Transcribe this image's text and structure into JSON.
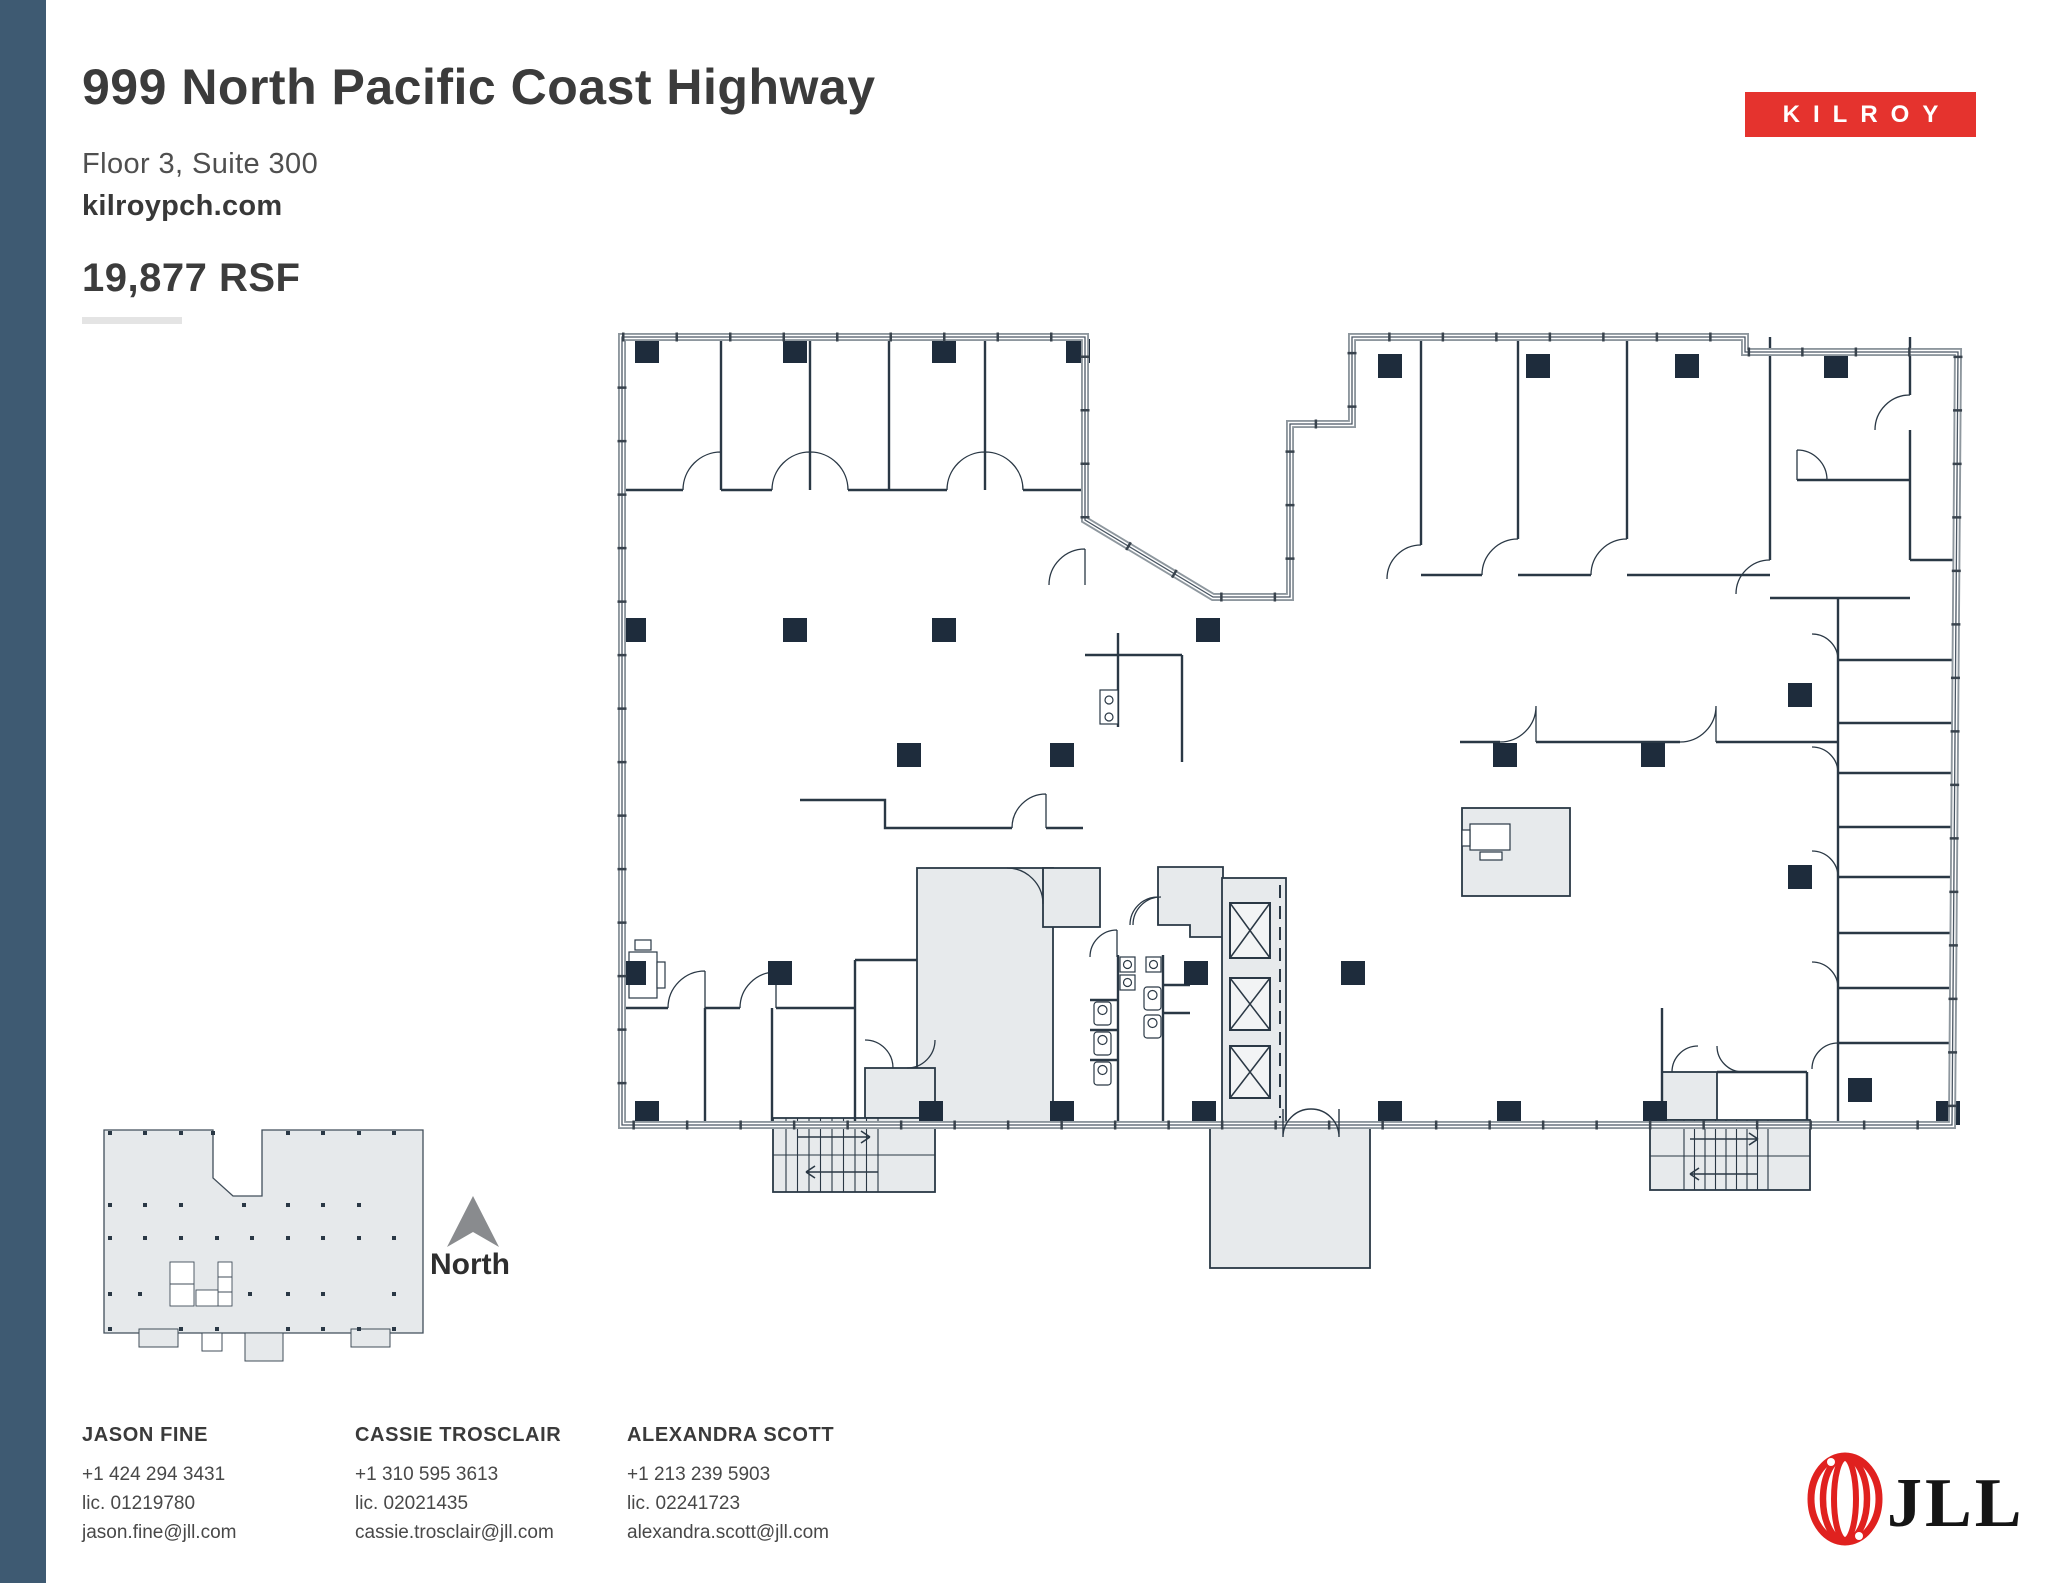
{
  "page": {
    "title": "999 North Pacific Coast Highway",
    "subtitle": "Floor 3, Suite 300",
    "website": "kilroypch.com",
    "area": "19,877 RSF"
  },
  "branding": {
    "kilroy_logo": "KILROY",
    "jll_logo": "JLL"
  },
  "plan": {
    "north_label": "North"
  },
  "contacts": [
    {
      "name": "JASON FINE",
      "phone": "+1 424 294 3431",
      "license": "lic. 01219780",
      "email": "jason.fine@jll.com"
    },
    {
      "name": "CASSIE TROSCLAIR",
      "phone": "+1 310 595 3613",
      "license": "lic. 02021435",
      "email": "cassie.trosclair@jll.com"
    },
    {
      "name": "ALEXANDRA SCOTT",
      "phone": "+1 213 239 5903",
      "license": "lic. 02241723",
      "email": "alexandra.scott@jll.com"
    }
  ],
  "colors": {
    "sidebar_blue": "#3e5a72",
    "kilroy_red": "#e5332e",
    "jll_red": "#e0211f",
    "wall_dark": "#2a3845",
    "fill_gray": "#e7eaec",
    "text_dark": "#3b3b3b"
  }
}
